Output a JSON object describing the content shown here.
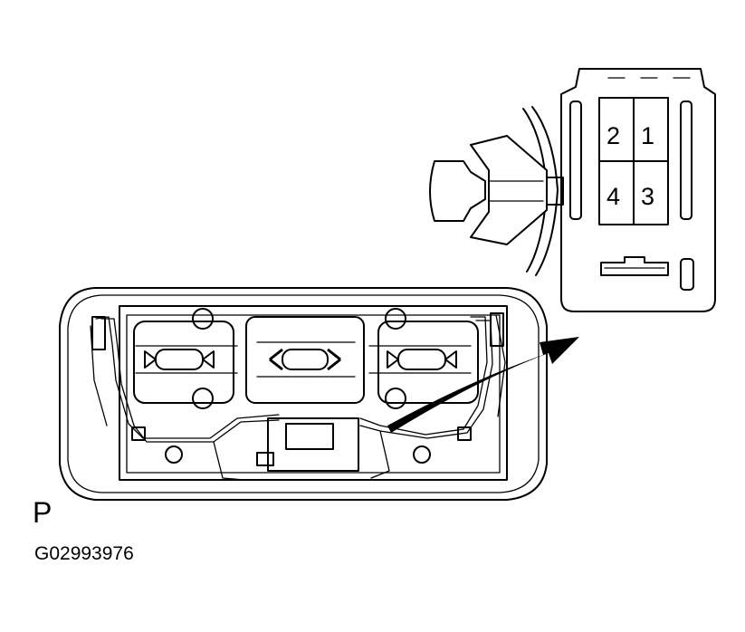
{
  "figure": {
    "view_letter": "P",
    "figure_id": "G02993976",
    "connector_pins": [
      "2",
      "1",
      "4",
      "3"
    ]
  },
  "colors": {
    "ink": "#000000",
    "paper": "#ffffff",
    "fill_gray": "#e6e6e6"
  }
}
